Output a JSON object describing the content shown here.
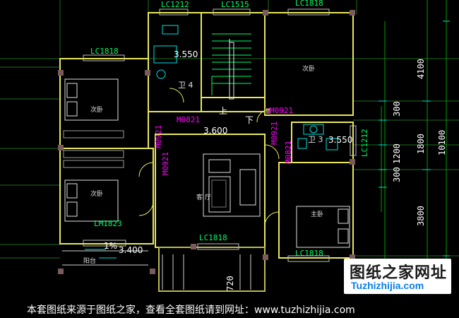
{
  "windows": {
    "lc1212_top": "LC1212",
    "lc1515": "LC1515",
    "lc1818_top_right": "LC1818",
    "lc1818_left": "LC1818",
    "lc1212_right": "LC1212",
    "lm1823": "LM1823",
    "lc1818_center_bottom": "LC1818",
    "lc1818_right_bottom": "LC1818"
  },
  "doors": {
    "m0821_top": "M0821",
    "m0921_right_top": "M0921",
    "m0921_left_a": "M0921",
    "m0921_left_b": "M0921",
    "m0921_center_right": "M0921",
    "m0821_right": "M0821"
  },
  "rooms": {
    "bedroom_top_right": "次卧",
    "bedroom_left_top": "次卧",
    "bedroom_left_bottom": "次卧",
    "master_bedroom": "主卧",
    "bath4": "卫 4",
    "bath3": "卫 3",
    "living": "客 厅",
    "balcony": "阳台"
  },
  "levels": {
    "bath4": "3.550",
    "hall": "3.600",
    "bath3": "3.550",
    "balcony": "3.400"
  },
  "stairs": {
    "up": "上",
    "down": "下"
  },
  "slope": "1%",
  "dimensions": {
    "d4100": "4100",
    "d300a": "300",
    "d1800": "1800",
    "d10100": "10100",
    "d1200": "1200",
    "d300b": "300",
    "d3800": "3800",
    "d720": "720"
  },
  "watermark": {
    "site_cn": "图纸之家网址",
    "url": "Tuzhizhijia.com",
    "footer": "本套图纸来源于图纸之家，查看全套图纸请到网址：www.tuzhizhijia.com"
  },
  "colors": {
    "wall": "#e8e85a",
    "door_label": "#ff00ff",
    "window_label": "#00ff66",
    "text": "#ffffff",
    "dimension": "#00e0e0",
    "background": "#000000"
  }
}
